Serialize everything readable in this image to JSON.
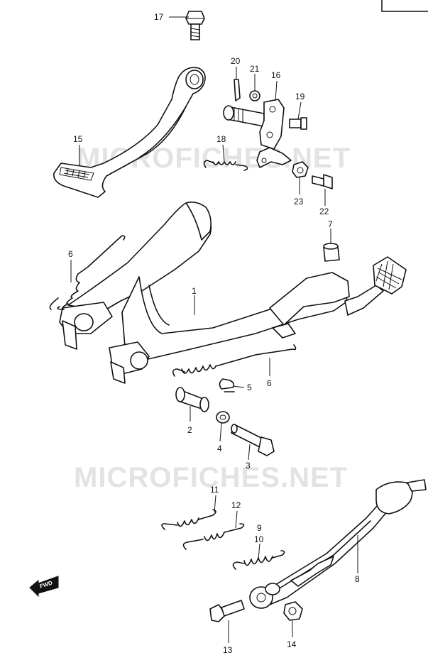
{
  "watermark": "MICROFICHES.NET",
  "fwd_label": "FWD",
  "callouts": [
    {
      "id": "p17",
      "label": "17"
    },
    {
      "id": "p20",
      "label": "20"
    },
    {
      "id": "p21",
      "label": "21"
    },
    {
      "id": "p16",
      "label": "16"
    },
    {
      "id": "p19",
      "label": "19"
    },
    {
      "id": "p15",
      "label": "15"
    },
    {
      "id": "p18",
      "label": "18"
    },
    {
      "id": "p23",
      "label": "23"
    },
    {
      "id": "p22",
      "label": "22"
    },
    {
      "id": "p7",
      "label": "7"
    },
    {
      "id": "p6a",
      "label": "6"
    },
    {
      "id": "p1",
      "label": "1"
    },
    {
      "id": "p5",
      "label": "5"
    },
    {
      "id": "p6b",
      "label": "6"
    },
    {
      "id": "p2",
      "label": "2"
    },
    {
      "id": "p4",
      "label": "4"
    },
    {
      "id": "p3",
      "label": "3"
    },
    {
      "id": "p11",
      "label": "11"
    },
    {
      "id": "p12",
      "label": "12"
    },
    {
      "id": "p9",
      "label": "9"
    },
    {
      "id": "p10",
      "label": "10"
    },
    {
      "id": "p8",
      "label": "8"
    },
    {
      "id": "p13",
      "label": "13"
    },
    {
      "id": "p14",
      "label": "14"
    }
  ]
}
